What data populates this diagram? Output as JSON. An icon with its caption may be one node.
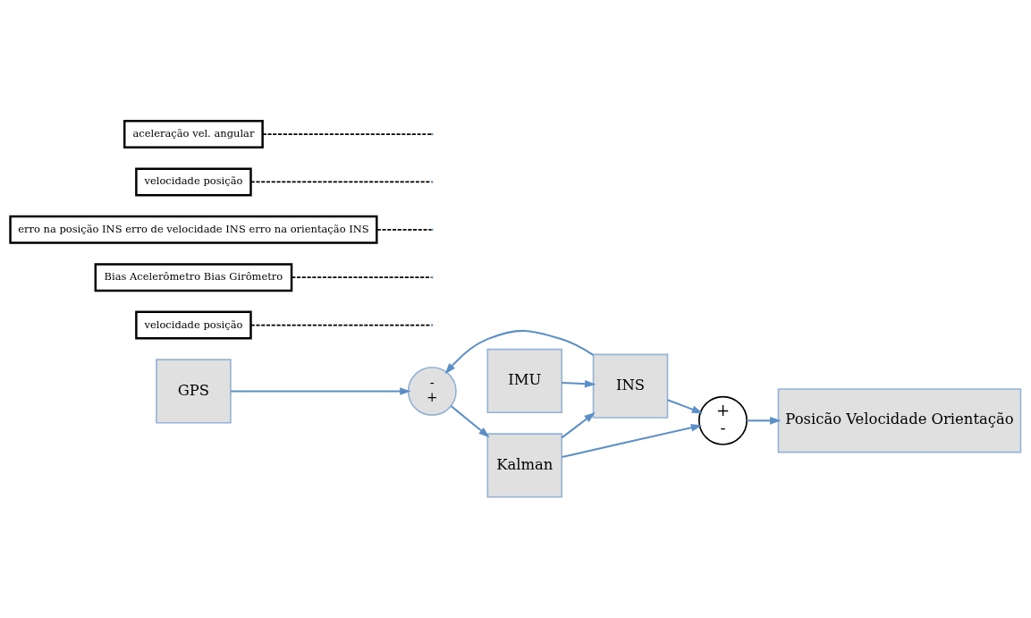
{
  "diagram": {
    "nodes": [
      {
        "text": [
          "GPS"
        ]
      },
      {
        "text": [
          "velocidade posição"
        ]
      },
      {
        "text": [
          "-",
          "+"
        ]
      },
      {
        "text": [
          "Bias Acelerômetro Bias Girômetro"
        ]
      },
      {
        "text": [
          "Kalman"
        ]
      },
      {
        "text": [
          "erro na posição INS erro de velocidade INS erro na orientação INS"
        ]
      },
      {
        "text": [
          "velocidade posição"
        ]
      },
      {
        "text": [
          "IMU"
        ]
      },
      {
        "text": [
          "INS"
        ]
      },
      {
        "text": [
          "+",
          "-"
        ]
      },
      {
        "text": [
          "Posicão Velocidade Orientação"
        ]
      },
      {
        "text": [
          "aceleração vel. angular"
        ]
      }
    ],
    "edges": [
      {
        "from": 0,
        "to": 2,
        "arrow": "to"
      },
      {
        "from": 8,
        "to": 2,
        "arrow": "to"
      },
      {
        "from": 2,
        "to": 4,
        "arrow": "to"
      },
      {
        "from": 4,
        "to": 8,
        "arrow": "to"
      },
      {
        "from": 4,
        "to": 9,
        "arrow": "to"
      },
      {
        "from": 7,
        "to": 8,
        "arrow": "to"
      },
      {
        "from": 8,
        "to": 9,
        "arrow": "to"
      },
      {
        "from": 9,
        "to": 10,
        "arrow": "to"
      },
      {
        "from": 1,
        "to": null,
        "arrow": "none",
        "style": "dashed",
        "color": "#000000"
      },
      {
        "from": 3,
        "to": null,
        "arrow": "none",
        "style": "dashed",
        "color": "#000000"
      },
      {
        "from": 5,
        "to": null,
        "arrow": "none",
        "style": "dashed",
        "color": "#000000"
      },
      {
        "from": 6,
        "to": null,
        "arrow": "none",
        "style": "dashed",
        "color": "#000000"
      },
      {
        "from": 11,
        "to": null,
        "arrow": "none",
        "style": "dashed",
        "color": "#000000"
      }
    ]
  }
}
